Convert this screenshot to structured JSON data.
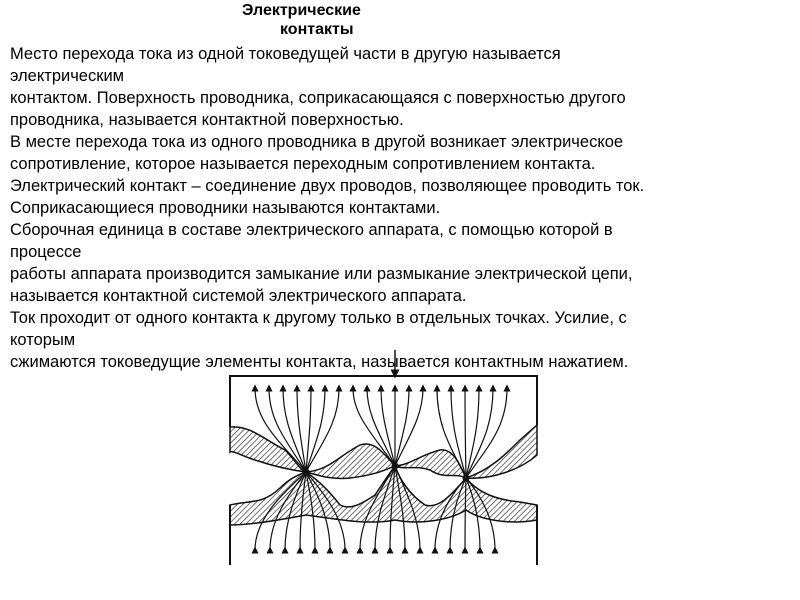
{
  "slide": {
    "title_line1": "Электрические",
    "title_line2": "контакты",
    "lines": [
      "Место перехода тока из одной токоведущей части в другую  называется",
      "электрическим",
      "контактом. Поверхность проводника, соприкасающаяся с поверхностью  другого",
      "проводника, называется  контактной поверхностью.",
      "В месте перехода тока из одного проводника в другой  возникает электрическое",
      "сопротивление, которое называется переходным сопротивлением контакта.",
      "Электрический контакт – соединение двух проводов, позволяющее проводить ток.",
      "Соприкасающиеся проводники называются контактами.",
      "Сборочная единица в составе электрического аппарата, с помощью которой в",
      "процессе",
      " работы аппарата производится замыкание или размыкание электрической цепи,",
      "называется контактной  системой электрического аппарата.",
      "Ток проходит от одного контакта к другому только в отдельных точках. Усилие, с",
      "которым",
      "сжимаются токоведущие элементы контакта, называется контактным нажатием."
    ]
  },
  "figure": {
    "icon": "contact-current-lines-diagram"
  }
}
